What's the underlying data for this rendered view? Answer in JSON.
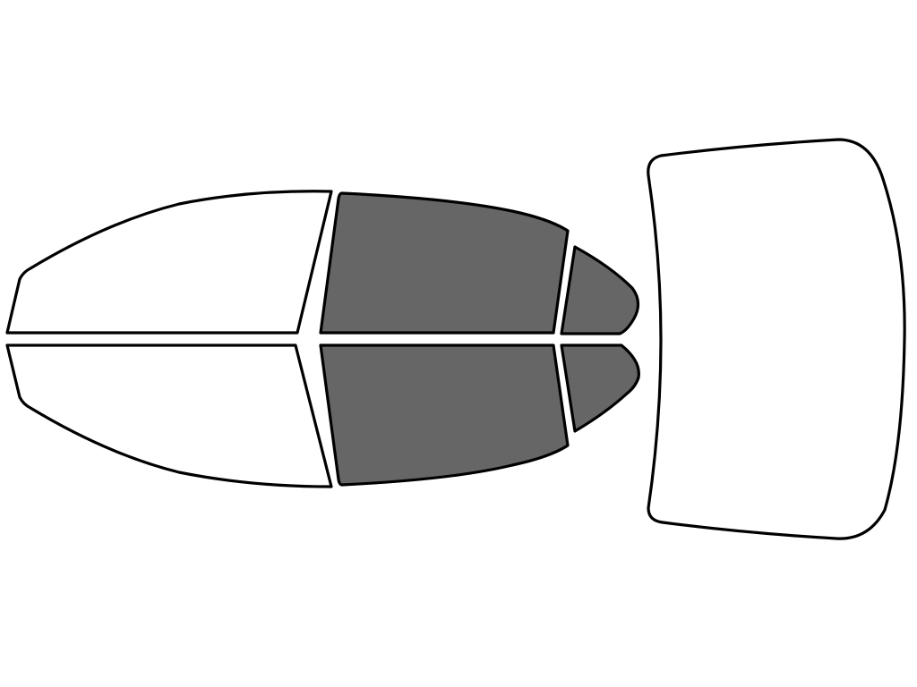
{
  "colors": {
    "outline": "#000000",
    "tinted": "#666666",
    "untinted": "#ffffff",
    "background": "#ffffff"
  },
  "windows": [
    {
      "id": "front-windshield",
      "tinted": false
    },
    {
      "id": "driver-front-door-window",
      "tinted": false
    },
    {
      "id": "passenger-front-door-window",
      "tinted": false
    },
    {
      "id": "driver-rear-door-window",
      "tinted": true
    },
    {
      "id": "passenger-rear-door-window",
      "tinted": true
    },
    {
      "id": "driver-rear-quarter-window",
      "tinted": true
    },
    {
      "id": "passenger-rear-quarter-window",
      "tinted": true
    },
    {
      "id": "rear-windshield",
      "tinted": false
    }
  ]
}
